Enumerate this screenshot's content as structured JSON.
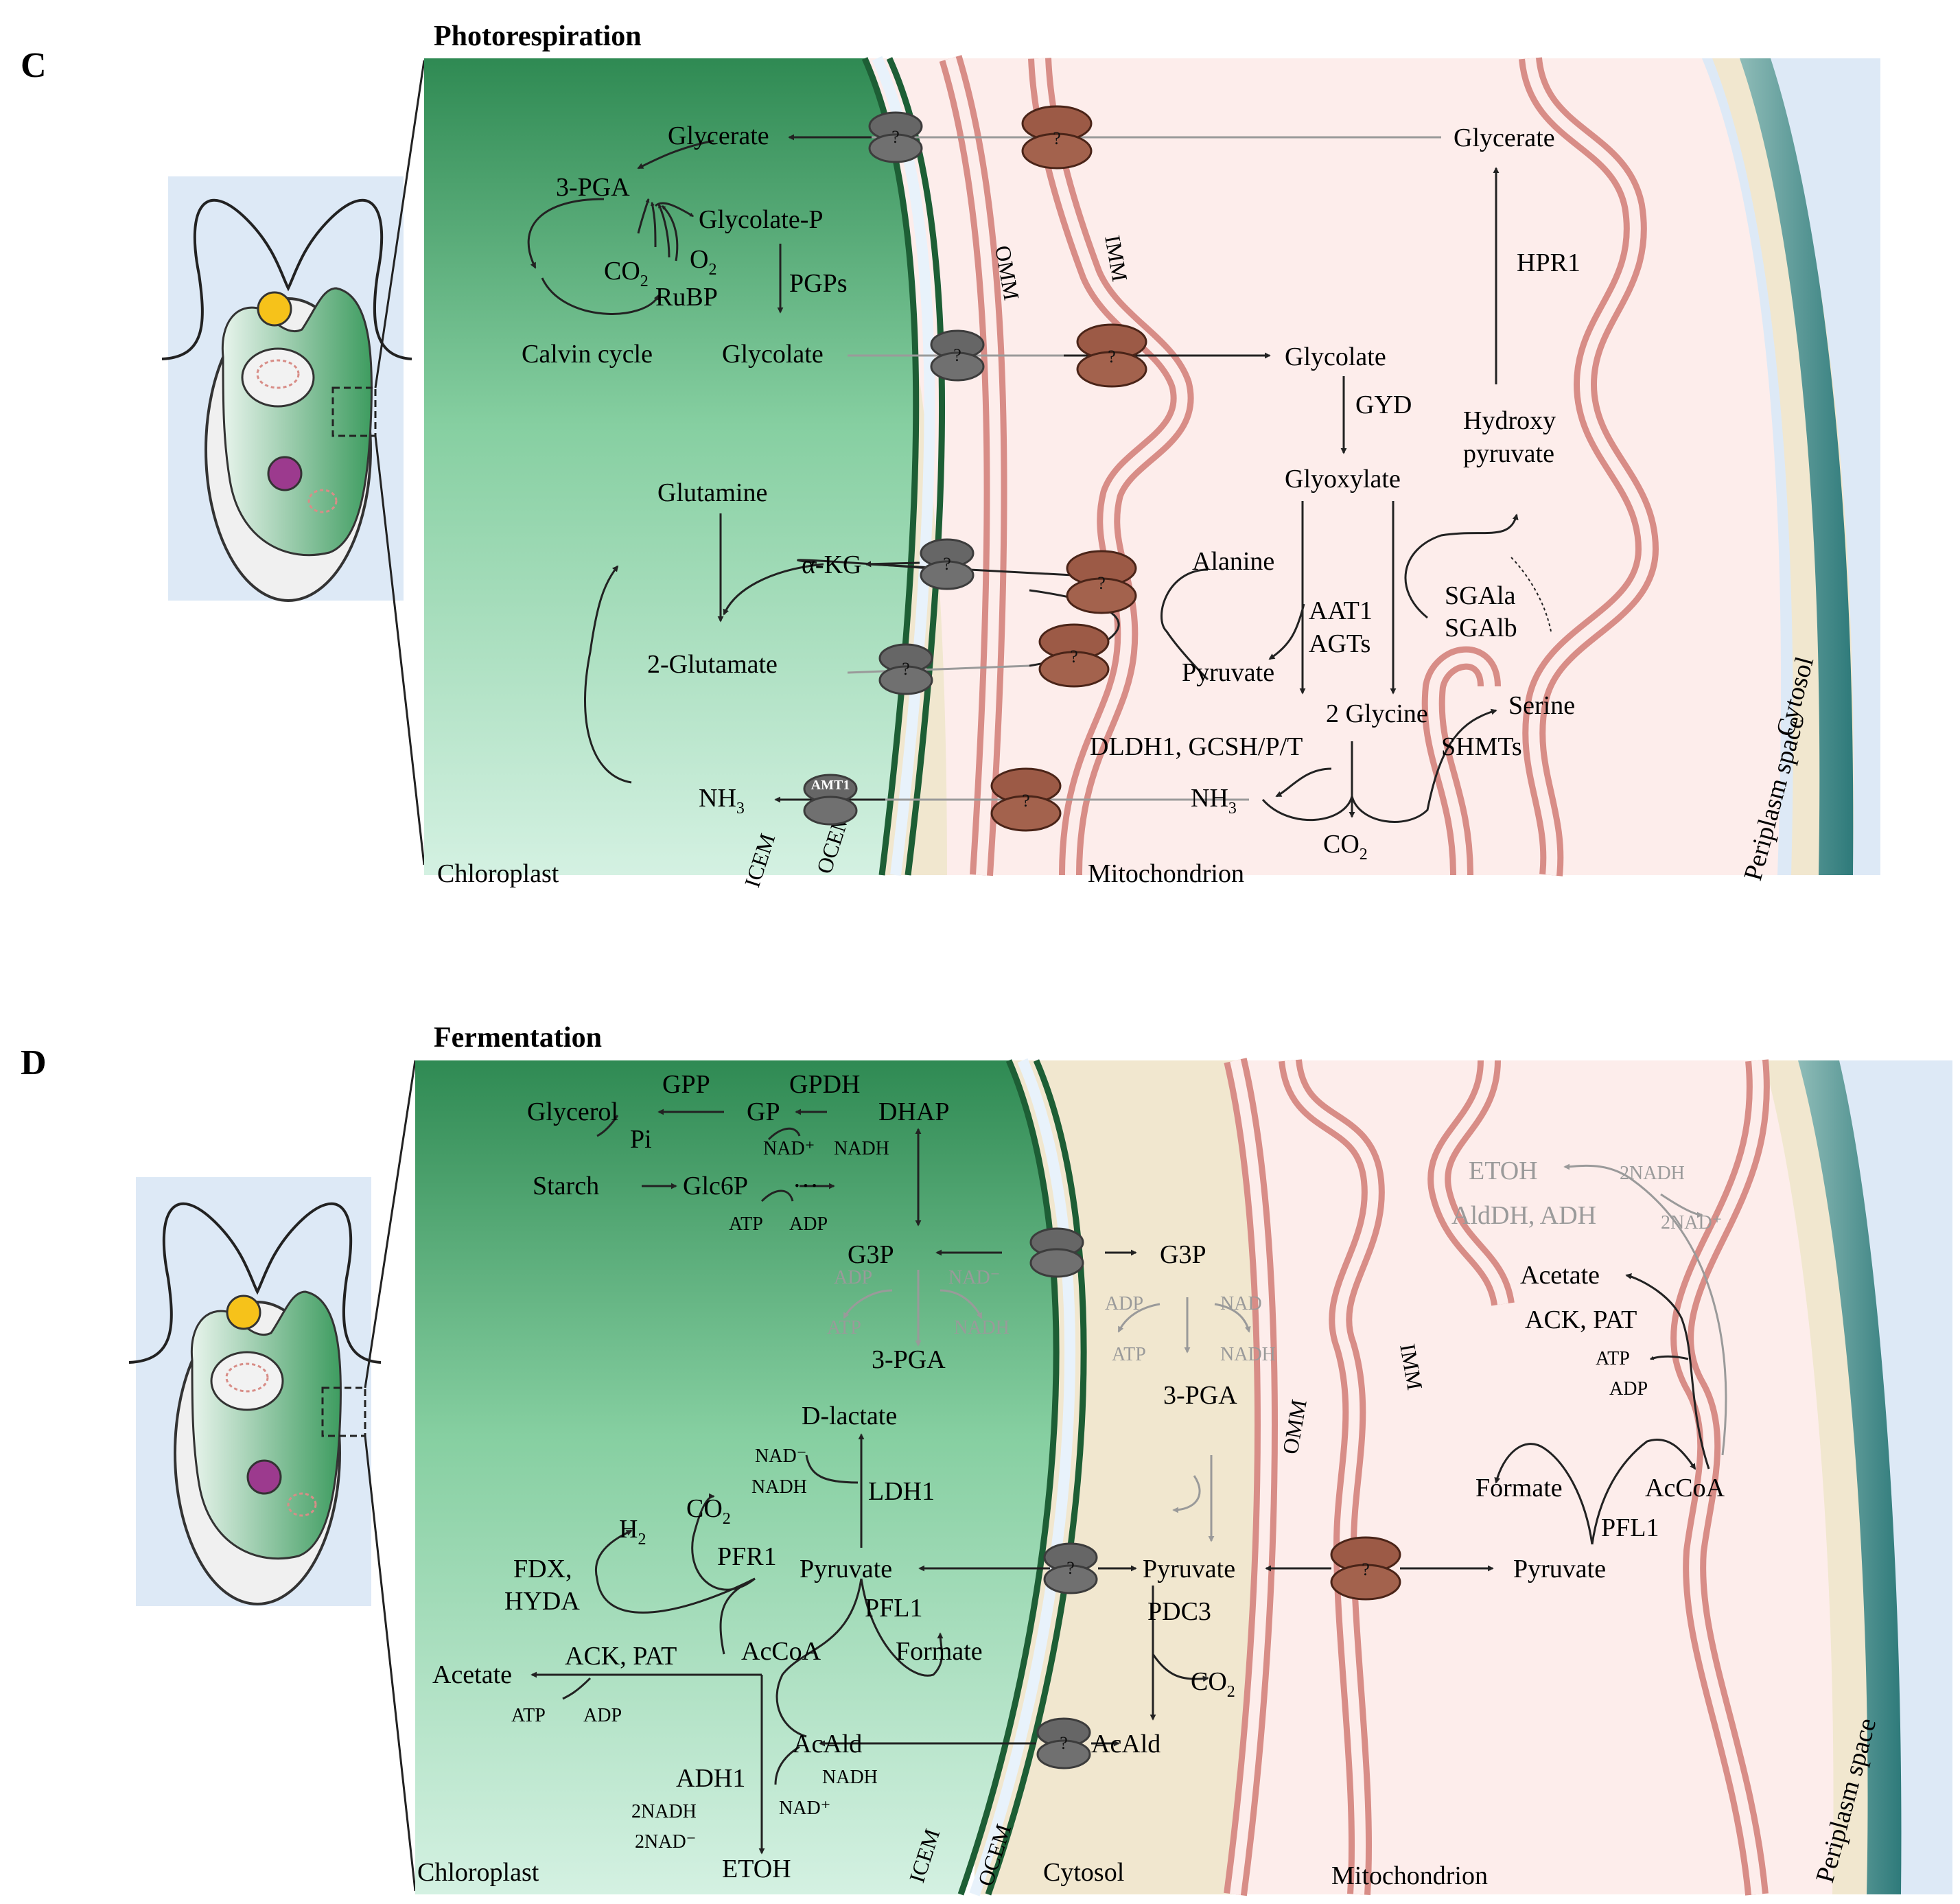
{
  "colors": {
    "chloroplast": "#3d9b63",
    "chloroplast_light": "#c9eddb",
    "envelope": "#1d5e35",
    "outer_envelope": "#f1e7cf",
    "mitochondrion": "#fdeceb",
    "mito_membrane": "#d88d87",
    "periplasm": "#dde9f6",
    "cell_wall": "#3f8b8b",
    "transporter_gray": "#6d6d6d",
    "transporter_brown": "#9d5b47",
    "arrow_gray": "#9a9a9a"
  },
  "panel_c": {
    "letter": "C",
    "title": "Photorespiration",
    "compartments": {
      "chloroplast": "Chloroplast",
      "mitochondrion": "Mitochondrion",
      "cytosol": "Cytosol",
      "periplasm": "Periplasm space",
      "icem": "ICEM",
      "ocem": "OCEM",
      "omm": "OMM",
      "imm": "IMM"
    },
    "transporter_label": "?",
    "amt_label": "AMT1",
    "metabolites": {
      "glycerate_chl": "Glycerate",
      "pga": "3-PGA",
      "glycolate_p": "Glycolate-P",
      "co2_chl": "CO",
      "o2": "O",
      "rubp": "RuBP",
      "calvin": "Calvin cycle",
      "pgps": "PGPs",
      "glycolate_chl": "Glycolate",
      "glutamine": "Glutamine",
      "akg": "α-KG",
      "glutamate": "2-Glutamate",
      "nh3_chl": "NH",
      "glycerate_mito": "Glycerate",
      "hpr1": "HPR1",
      "glycolate_mito": "Glycolate",
      "gyd": "GYD",
      "hydroxy": "Hydroxy",
      "pyruvate_hp": "pyruvate",
      "glyoxylate": "Glyoxylate",
      "alanine": "Alanine",
      "aat1": "AAT1",
      "agts": "AGTs",
      "sgala": "SGAla",
      "sgalb": "SGAlb",
      "pyruvate_mito": "Pyruvate",
      "glycine": "2 Glycine",
      "serine": "Serine",
      "dldh": "DLDH1, GCSH/P/T",
      "shmts": "SHMTs",
      "nh3_mito": "NH",
      "co2_mito": "CO"
    },
    "subscripts": {
      "two": "2",
      "three": "3"
    }
  },
  "panel_d": {
    "letter": "D",
    "title": "Fermentation",
    "compartments": {
      "chloroplast": "Chloroplast",
      "cytosol": "Cytosol",
      "mitochondrion": "Mitochondrion",
      "periplasm": "Periplasm space",
      "icem": "ICEM",
      "ocem": "OCEM",
      "omm": "OMM",
      "imm": "IMM"
    },
    "transporter_label": "?",
    "labels": {
      "gpp": "GPP",
      "gpdh": "GPDH",
      "glycerol": "Glycerol",
      "gp": "GP",
      "dhap": "DHAP",
      "pi": "Pi",
      "nad_plus": "NAD⁺",
      "nadh": "NADH",
      "starch": "Starch",
      "glc6p": "Glc6P",
      "dots": "···",
      "atp": "ATP",
      "adp": "ADP",
      "g3p_chl": "G3P",
      "g3p_cyt": "G3P",
      "adp_g": "ADP",
      "nad_minus": "NAD⁻",
      "atp_g": "ATP",
      "nadh_g": "NADH",
      "pga_chl": "3-PGA",
      "nad_cyt": "NAD",
      "pga_cyt": "3-PGA",
      "dlactate": "D-lactate",
      "nad_minus2": "NAD⁻",
      "nadh2": "NADH",
      "ldh1": "LDH1",
      "co2": "CO",
      "h2": "H",
      "pfr1": "PFR1",
      "fdx": "FDX,",
      "hyda": "HYDA",
      "pyruvate_chl": "Pyruvate",
      "pfl1_chl": "PFL1",
      "accoa_chl": "AcCoA",
      "formate_chl": "Formate",
      "ack_pat": "ACK, PAT",
      "acetate_chl": "Acetate",
      "acald_chl": "AcAld",
      "adh1": "ADH1",
      "nadh_a": "NADH",
      "nad_plus_a": "NAD⁺",
      "twonadh": "2NADH",
      "twonad_minus": "2NAD⁻",
      "etoh_chl": "ETOH",
      "pyruvate_cyt": "Pyruvate",
      "pdc3": "PDC3",
      "co2_cyt": "CO",
      "acald_cyt": "AcAld",
      "pyruvate_mito": "Pyruvate",
      "pfl1_mito": "PFL1",
      "formate_mito": "Formate",
      "accoa_mito": "AcCoA",
      "ack_pat_mito": "ACK, PAT",
      "acetate_mito": "Acetate",
      "atp_m": "ATP",
      "adp_m": "ADP",
      "etoh_mito": "ETOH",
      "aldh": "AldDH, ADH",
      "twonadh_m": "2NADH",
      "twonad_m": "2NAD⁺"
    },
    "subscripts": {
      "two": "2"
    }
  }
}
